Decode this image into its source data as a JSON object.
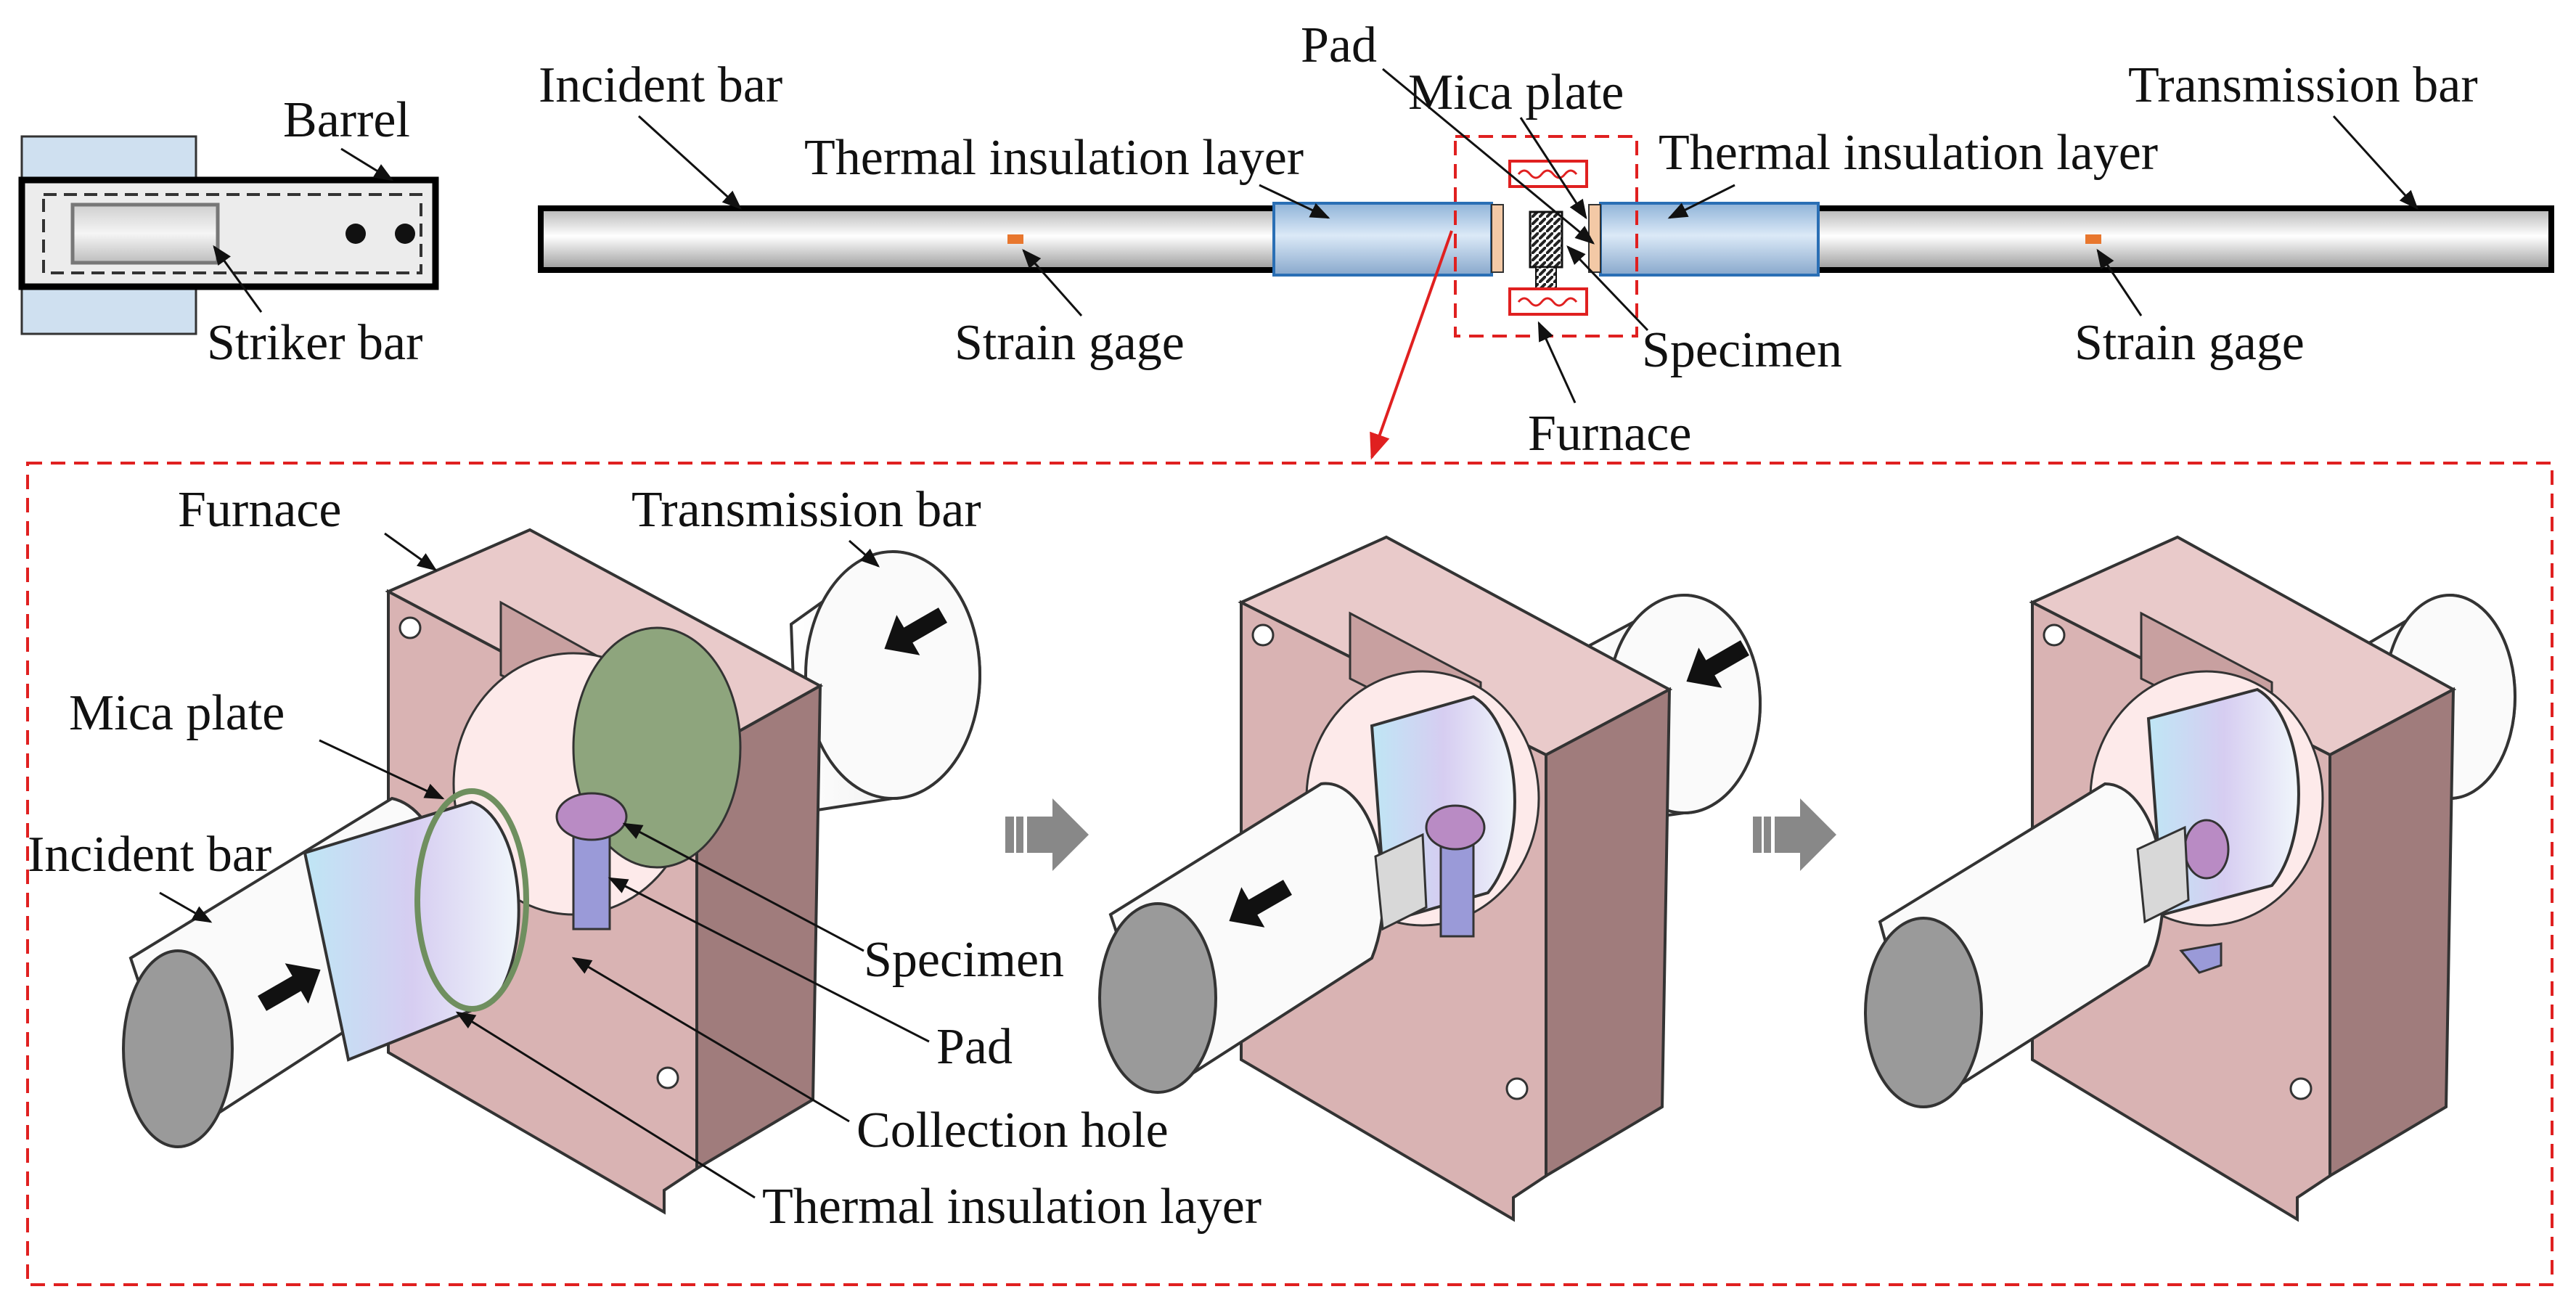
{
  "top": {
    "barrel": "Barrel",
    "striker_bar": "Striker bar",
    "incident_bar": "Incident bar",
    "thermal_left": "Thermal insulation layer",
    "pad": "Pad",
    "mica_plate": "Mica plate",
    "thermal_right": "Thermal insulation layer",
    "transmission_bar": "Transmission bar",
    "strain_gage_left": "Strain gage",
    "strain_gage_right": "Strain gage",
    "specimen": "Specimen",
    "furnace": "Furnace"
  },
  "bottom": {
    "furnace": "Furnace",
    "transmission_bar": "Transmission bar",
    "mica_plate": "Mica plate",
    "incident_bar": "Incident bar",
    "specimen": "Specimen",
    "pad": "Pad",
    "collection_hole": "Collection hole",
    "thermal_layer": "Thermal insulation layer"
  },
  "colors": {
    "furnace_face": "#d9b3b3",
    "furnace_side": "#a07c7c",
    "thermal_layer": "#a8c8e8",
    "highlight_dash": "#e02020",
    "strain_gage": "#e8772e",
    "mica": "#6f8f5f",
    "specimen": "#b98bc4",
    "pad": "#9a9ad8"
  }
}
